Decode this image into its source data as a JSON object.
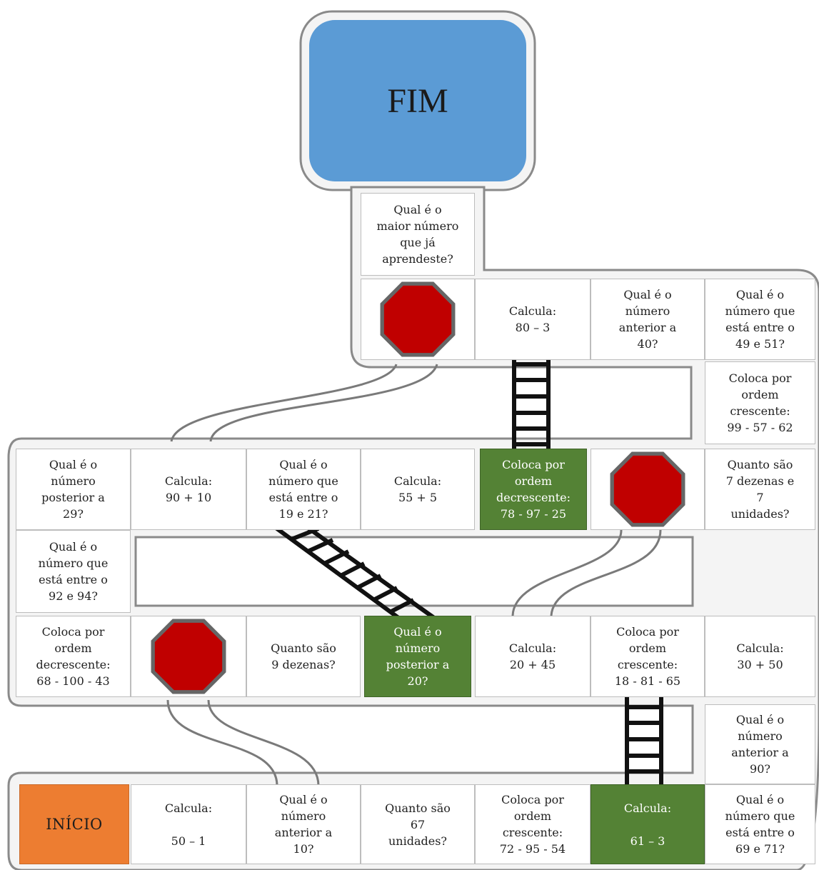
{
  "board": {
    "start_label": "INÍCIO",
    "end_label": "FIM",
    "colors": {
      "end": "#5b9bd5",
      "start": "#ed7d31",
      "ladder_cell": "#548235",
      "stop": "#c00000"
    },
    "cells": {
      "r1": [
        "Calcula:\n\n50 – 1",
        "Qual é o\nnúmero\nanterior a\n10?",
        "Quanto são\n67\nunidades?",
        "Coloca por\nordem\ncrescente:\n72 - 95 - 54",
        "Calcula:\n\n61 – 3",
        "Qual é o\nnúmero que\nestá entre o\n69 e 71?"
      ],
      "c1": "Qual é o\nnúmero\nanterior a\n90?",
      "r2": [
        "Coloca por\nordem\ndecrescente:\n68 - 100 - 43",
        "Quanto são\n9 dezenas?",
        "Qual é o\nnúmero\nposterior a\n20?",
        "Calcula:\n20 + 45",
        "Coloca por\nordem\ncrescente:\n18 - 81 - 65",
        "Calcula:\n30 + 50"
      ],
      "c2": "Qual é o\nnúmero que\nestá entre o\n92 e 94?",
      "r3": [
        "Qual é o\nnúmero\nposterior a\n29?",
        "Calcula:\n90 + 10",
        "Qual é o\nnúmero que\nestá entre o\n19 e 21?",
        "Calcula:\n55 + 5",
        "Coloca por\nordem\ndecrescente:\n78 - 97 - 25",
        "Quanto são\n7 dezenas e\n7\nunidades?"
      ],
      "c3": "Coloca por\nordem\ncrescente:\n99 - 57 - 62",
      "r4": [
        "Calcula:\n80 – 3",
        "Qual é o\nnúmero\nanterior a\n40?",
        "Qual é o\nnúmero que\nestá entre o\n49 e 51?"
      ],
      "top": "Qual é o\nmaior número\nque já\naprendeste?"
    }
  }
}
